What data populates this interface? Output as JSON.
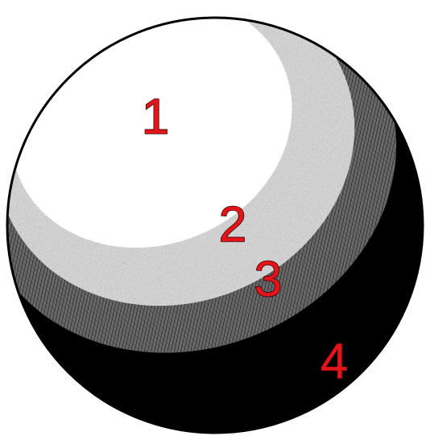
{
  "diagram": {
    "zones": [
      {
        "label": "1",
        "tone": "highlight"
      },
      {
        "label": "2",
        "tone": "light"
      },
      {
        "label": "3",
        "tone": "halftone"
      },
      {
        "label": "4",
        "tone": "shadow"
      }
    ]
  },
  "colors": {
    "label": "#e5141b",
    "highlight": "#ffffff",
    "light": "#e9e9e9",
    "halftone": "#5a5a5a",
    "shadow": "#000000",
    "outline": "#000000"
  }
}
